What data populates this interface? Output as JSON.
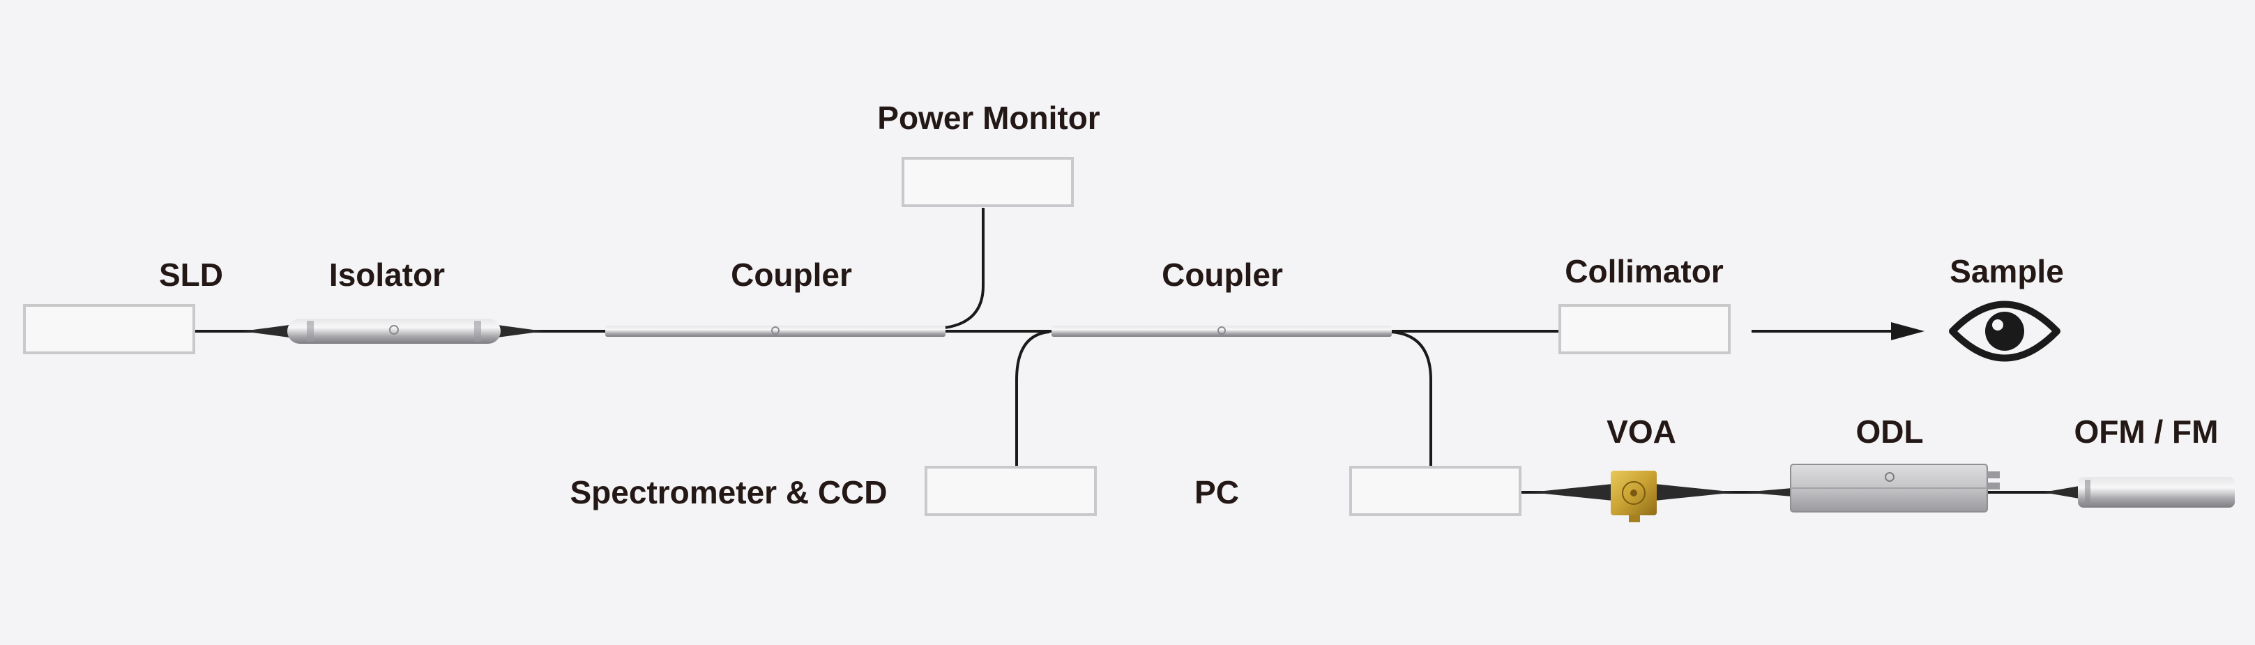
{
  "labels": {
    "sld": "SLD",
    "isolator": "Isolator",
    "coupler_1": "Coupler",
    "power_monitor": "Power Monitor",
    "coupler_2": "Coupler",
    "collimator": "Collimator",
    "sample": "Sample",
    "spectrometer": "Spectrometer & CCD",
    "pc": "PC",
    "voa": "VOA",
    "odl": "ODL",
    "ofm_fm": "OFM / FM"
  },
  "colors": {
    "background": "#f4f4f6",
    "text": "#231815",
    "box_stroke": "#c9c9cc",
    "fiber": "#1a1a1a",
    "metal": "#b9b9bd",
    "brass": "#c9a233"
  },
  "icons": [
    "eye-icon",
    "arrow-right-icon"
  ]
}
